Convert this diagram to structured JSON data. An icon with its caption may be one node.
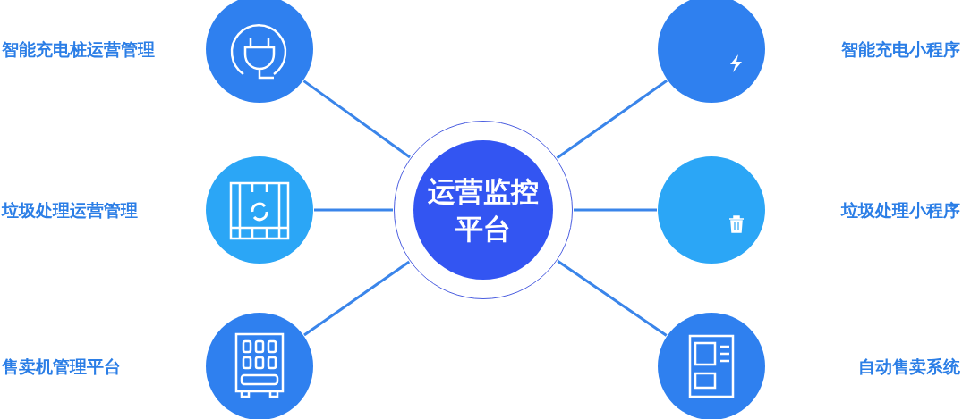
{
  "diagram": {
    "nodes": [
      {
        "text": [
          "运营监控平台"
        ]
      },
      {
        "text": [],
        "shape": "circle"
      },
      {
        "text": [],
        "shape": "circle"
      },
      {
        "text": [],
        "shape": "circle"
      },
      {
        "text": [],
        "shape": "circle"
      },
      {
        "text": [],
        "shape": "circle"
      },
      {
        "text": [],
        "shape": "circle"
      }
    ],
    "edges": [
      {
        "from": 0,
        "to": 1,
        "arrow": "none"
      },
      {
        "from": 0,
        "to": 2,
        "arrow": "none"
      },
      {
        "from": 0,
        "to": 3,
        "arrow": "none"
      },
      {
        "from": 0,
        "to": 4,
        "arrow": "none"
      },
      {
        "from": 0,
        "to": 5,
        "arrow": "none"
      },
      {
        "from": 0,
        "to": 6,
        "arrow": "none"
      }
    ],
    "labels": [
      "智能充电桩运营管理",
      "智能充电小程序",
      "垃圾处理运营管理",
      "垃圾处理小程序",
      "售卖机管理平台",
      "自动售卖系统"
    ]
  }
}
